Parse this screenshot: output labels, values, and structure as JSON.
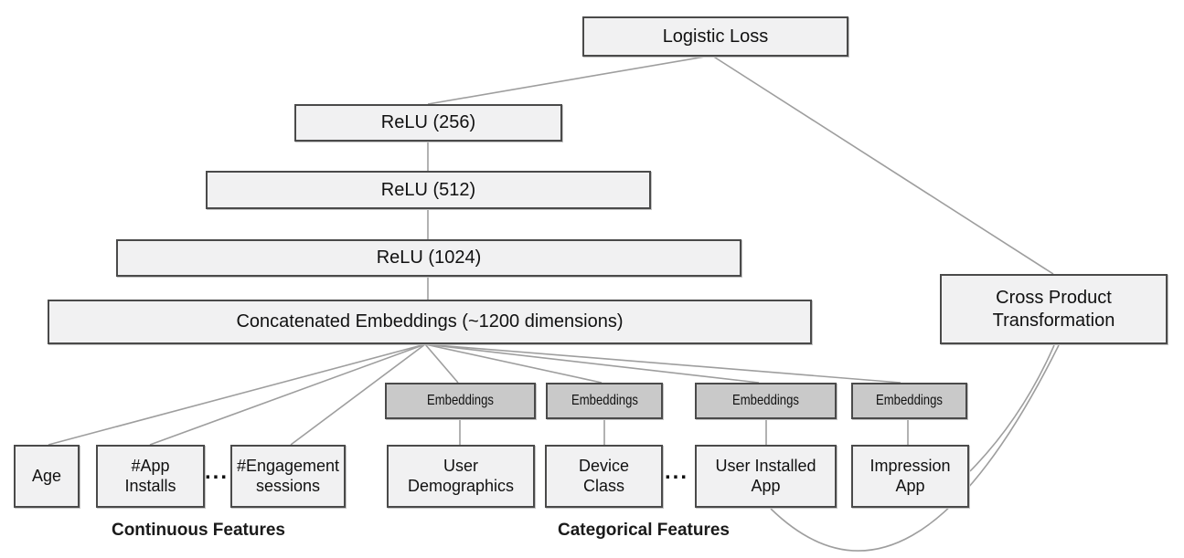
{
  "colors": {
    "node_fill": "#f1f1f2",
    "embedding_fill": "#c9c9c9",
    "node_border": "#4a4a4a",
    "edge_line": "#9e9e9e",
    "text": "#111111"
  },
  "nodes": {
    "logistic_loss": "Logistic Loss",
    "relu_256": "ReLU (256)",
    "relu_512": "ReLU (512)",
    "relu_1024": "ReLU (1024)",
    "concatenated_embeddings": "Concatenated Embeddings (~1200 dimensions)",
    "cross_product_transformation": "Cross Product\nTransformation",
    "embedding_1": "Embeddings",
    "embedding_2": "Embeddings",
    "embedding_3": "Embeddings",
    "embedding_4": "Embeddings",
    "age": "Age",
    "app_installs": "#App\nInstalls",
    "engagement_sessions": "#Engagement\nsessions",
    "user_demographics": "User\nDemographics",
    "device_class": "Device\nClass",
    "user_installed_app": "User Installed\nApp",
    "impression_app": "Impression\nApp"
  },
  "ellipsis": "...",
  "group_labels": {
    "continuous": "Continuous Features",
    "categorical": "Categorical Features"
  }
}
